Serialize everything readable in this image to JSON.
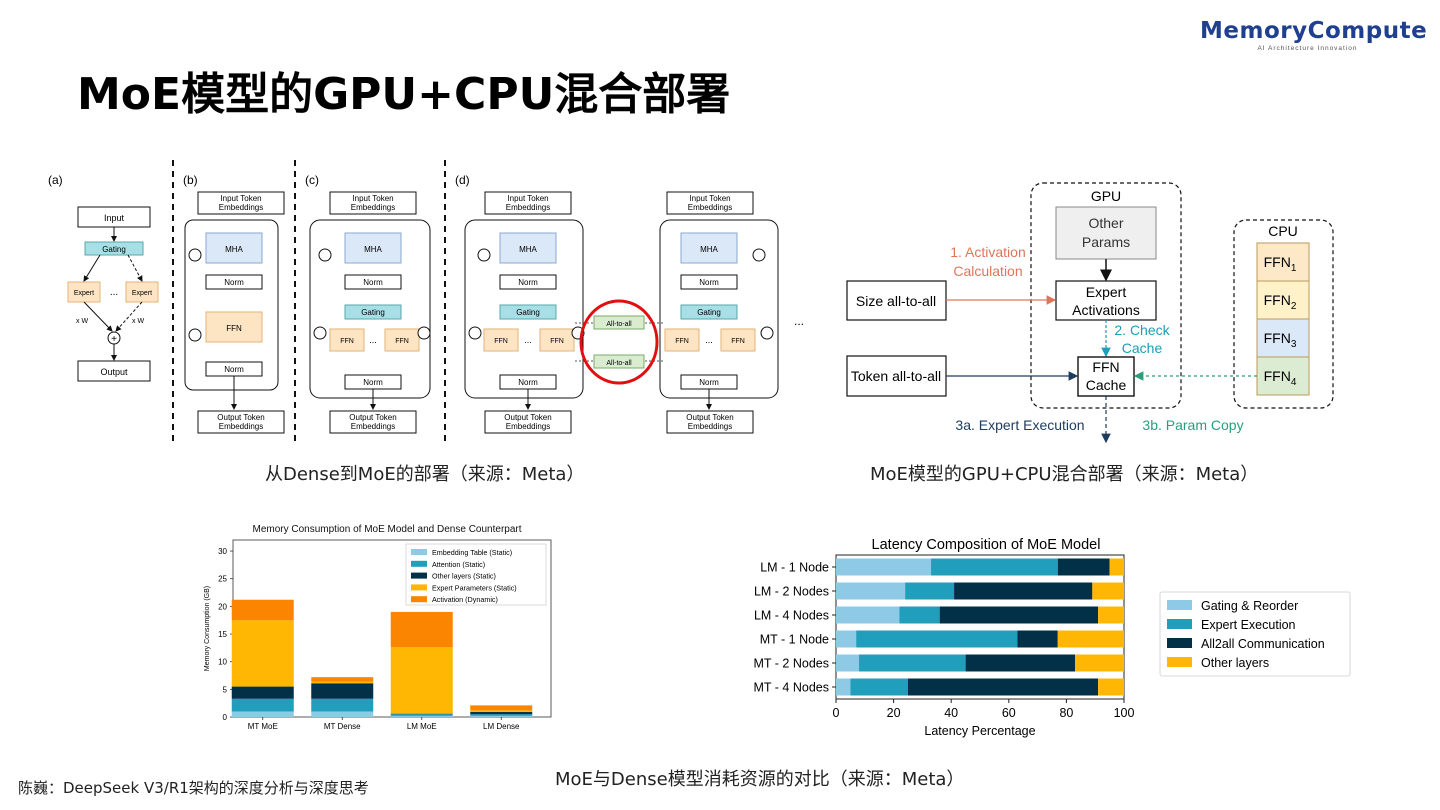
{
  "slide": {
    "title": "MoE模型的GPU+CPU混合部署",
    "logo_main": "MemoryCompute",
    "logo_sub": "AI Architecture Innovation",
    "caption_left": "从Dense到MoE的部署（来源：Meta）",
    "caption_right": "MoE模型的GPU+CPU混合部署（来源：Meta）",
    "caption_bottom": "MoE与Dense模型消耗资源的对比（来源：Meta）",
    "footer": "陈巍：DeepSeek V3/R1架构的深度分析与深度思考"
  },
  "fig_dense_moe": {
    "panel_a": "(a)",
    "panel_b": "(b)",
    "panel_c": "(c)",
    "panel_d": "(d)",
    "input": "Input",
    "output": "Output",
    "gating": "Gating",
    "expert": "Expert",
    "dots": "...",
    "w1": "x W",
    "we": "x W",
    "input_token": "Input Token",
    "embeddings": "Embeddings",
    "output_token": "Output Token",
    "mha": "MHA",
    "norm": "Norm",
    "ffn": "FFN",
    "all_to_all": "All-to-all",
    "ellipsis": "..."
  },
  "fig_hybrid": {
    "gpu": "GPU",
    "cpu": "CPU",
    "other_params_1": "Other",
    "other_params_2": "Params",
    "expert_act_1": "Expert",
    "expert_act_2": "Activations",
    "ffn_cache_1": "FFN",
    "ffn_cache_2": "Cache",
    "size_a2a": "Size all-to-all",
    "token_a2a": "Token all-to-all",
    "step1_1": "1. Activation",
    "step1_2": "Calculation",
    "step2_1": "2. Check",
    "step2_2": "Cache",
    "step3a": "3a. Expert Execution",
    "step3b": "3b. Param Copy",
    "ffn_labels": [
      "FFN",
      "FFN",
      "FFN",
      "FFN"
    ],
    "ffn_subs": [
      "1",
      "2",
      "3",
      "4"
    ],
    "ffn_colors": [
      "#fde9c8",
      "#fff2c8",
      "#dbe8f8",
      "#dcecd3"
    ],
    "step1_color": "#e0745a",
    "step2_color": "#1aa0b8",
    "step3b_color": "#2a9d7c"
  },
  "chart_data": [
    {
      "type": "bar",
      "stacked": true,
      "title": "Memory Consumption of MoE Model and Dense Counterpart",
      "ylabel": "Memory Consumption (GB)",
      "xlabel": "",
      "categories": [
        "MT MoE",
        "MT Dense",
        "LM MoE",
        "LM Dense"
      ],
      "ylim": [
        0,
        32
      ],
      "yticks": [
        0,
        5,
        10,
        15,
        20,
        25,
        30
      ],
      "legend_position": "top-right",
      "series": [
        {
          "name": "Embedding Table (Static)",
          "color": "#8ecae6",
          "values": [
            1.0,
            1.0,
            0.2,
            0.2
          ]
        },
        {
          "name": "Attention (Static)",
          "color": "#219ebc",
          "values": [
            2.3,
            2.3,
            0.3,
            0.3
          ]
        },
        {
          "name": "Other layers (Static)",
          "color": "#023047",
          "values": [
            2.2,
            2.8,
            0.1,
            0.4
          ]
        },
        {
          "name": "Expert Parameters (Static)",
          "color": "#ffb703",
          "values": [
            12.0,
            0.3,
            12.0,
            0.3
          ]
        },
        {
          "name": "Activation (Dynamic)",
          "color": "#fb8500",
          "values": [
            3.7,
            0.8,
            6.4,
            0.9
          ]
        }
      ]
    },
    {
      "type": "bar",
      "orientation": "horizontal",
      "stacked": true,
      "title": "Latency Composition of MoE Model",
      "xlabel": "Latency Percentage",
      "ylabel": "",
      "categories": [
        "LM - 1 Node",
        "LM - 2 Nodes",
        "LM - 4 Nodes",
        "MT - 1 Node",
        "MT - 2 Nodes",
        "MT - 4 Nodes"
      ],
      "xlim": [
        0,
        100
      ],
      "xticks": [
        0,
        20,
        40,
        60,
        80,
        100
      ],
      "legend_position": "right",
      "series": [
        {
          "name": "Gating & Reorder",
          "color": "#8ecae6",
          "values": [
            33,
            24,
            22,
            7,
            8,
            5
          ]
        },
        {
          "name": "Expert Execution",
          "color": "#219ebc",
          "values": [
            44,
            17,
            14,
            56,
            37,
            20
          ]
        },
        {
          "name": "All2all Communication",
          "color": "#023047",
          "values": [
            18,
            48,
            55,
            14,
            38,
            66
          ]
        },
        {
          "name": "Other layers",
          "color": "#ffb703",
          "values": [
            5,
            11,
            9,
            23,
            17,
            9
          ]
        }
      ]
    }
  ]
}
